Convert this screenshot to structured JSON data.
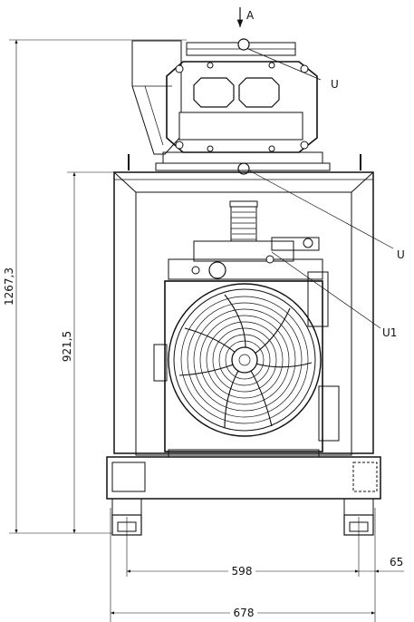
{
  "view_marker": "A",
  "labels": {
    "u_upper": "U",
    "u_lower": "U",
    "u1": "U1"
  },
  "dimensions": {
    "total_height": "1267,3",
    "frame_height": "921,5",
    "foot_spacing": "598",
    "foot_offset": "65",
    "total_width": "678"
  },
  "colors": {
    "line": "#111111",
    "background": "#ffffff"
  }
}
